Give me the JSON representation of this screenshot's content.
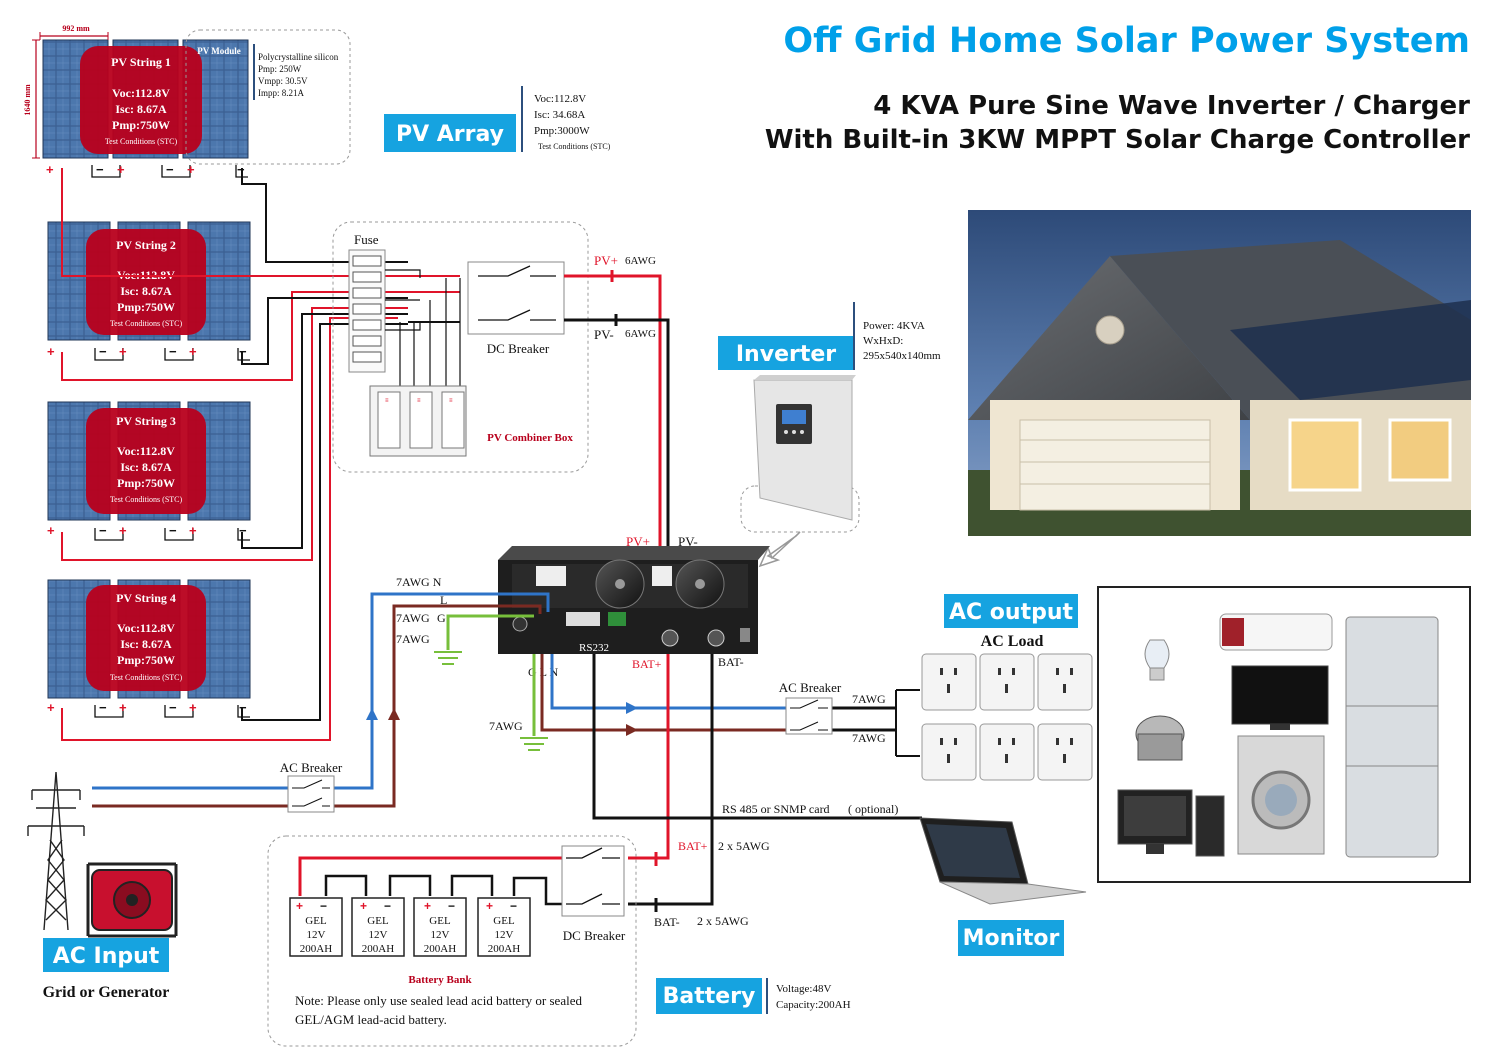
{
  "title": "Off Grid Home Solar Power System",
  "subtitle_line1": "4 KVA Pure Sine Wave Inverter / Charger",
  "subtitle_line2": "With Built-in 3KW MPPT Solar Charge Controller",
  "module": {
    "dim_width": "992 mm",
    "dim_height": "1640 mm",
    "label": "PV Module",
    "spec1": "Polycrystalline silicon",
    "spec2": "Pmp: 250W",
    "spec3": "Vmpp: 30.5V",
    "spec4": "Impp: 8.21A"
  },
  "strings": [
    {
      "name": "PV String 1",
      "voc": "Voc:112.8V",
      "isc": "Isc:  8.67A",
      "pmp": "Pmp:750W",
      "test": "Test Conditions (STC)"
    },
    {
      "name": "PV String 2",
      "voc": "Voc:112.8V",
      "isc": "Isc:  8.67A",
      "pmp": "Pmp:750W",
      "test": "Test Conditions (STC)"
    },
    {
      "name": "PV String 3",
      "voc": "Voc:112.8V",
      "isc": "Isc:  8.67A",
      "pmp": "Pmp:750W",
      "test": "Test Conditions (STC)"
    },
    {
      "name": "PV String 4",
      "voc": "Voc:112.8V",
      "isc": "Isc:  8.67A",
      "pmp": "Pmp:750W",
      "test": "Test Conditions (STC)"
    }
  ],
  "polarity": {
    "plus": "+",
    "minus": "−"
  },
  "pv_array": {
    "label": "PV Array",
    "voc": "Voc:112.8V",
    "isc": "Isc:  34.68A",
    "pmp": "Pmp:3000W",
    "test": "Test Conditions (STC)"
  },
  "combiner": {
    "fuse": "Fuse",
    "dc_breaker": "DC Breaker",
    "box_label": "PV Combiner Box",
    "pv_plus": "PV+",
    "pv_plus_gauge": "6AWG",
    "pv_minus": "PV-",
    "pv_minus_gauge": "6AWG"
  },
  "inverter": {
    "label": "Inverter",
    "power": "Power: 4KVA",
    "dims_label": "WxHxD:",
    "dims": "295x540x140mm"
  },
  "inverter_terminals": {
    "pv_plus": "PV+",
    "pv_minus": "PV-",
    "rs232": "RS232",
    "bat_plus": "BAT+",
    "bat_minus": "BAT-",
    "gln": "G L N",
    "ac_in_n": "7AWG  N",
    "ac_in_l": "L",
    "ac_in_g_awg": "7AWG",
    "ac_in_g": "G",
    "ac_in_extra": "7AWG",
    "ground_awg": "7AWG"
  },
  "ac_output": {
    "label": "AC output",
    "load": "AC Load",
    "breaker": "AC Breaker",
    "gauge1": "7AWG",
    "gauge2": "7AWG"
  },
  "ac_input": {
    "breaker": "AC Breaker",
    "label": "AC Input",
    "sub": "Grid or Generator"
  },
  "comms": {
    "rs485": "RS 485 or SNMP card",
    "optional": "( optional)",
    "monitor": "Monitor"
  },
  "battery_bank": {
    "batteries": [
      {
        "type": "GEL",
        "volt": "12V",
        "cap": "200AH"
      },
      {
        "type": "GEL",
        "volt": "12V",
        "cap": "200AH"
      },
      {
        "type": "GEL",
        "volt": "12V",
        "cap": "200AH"
      },
      {
        "type": "GEL",
        "volt": "12V",
        "cap": "200AH"
      }
    ],
    "bank_label": "Battery Bank",
    "dc_breaker": "DC Breaker",
    "bat_plus": "BAT+",
    "bat_plus_gauge": "2 x 5AWG",
    "bat_minus": "BAT-",
    "bat_minus_gauge": "2 x 5AWG",
    "note1": "Note: Please only use sealed lead acid battery or sealed",
    "note2": "GEL/AGM lead-acid battery."
  },
  "battery": {
    "label": "Battery",
    "voltage": "Voltage:48V",
    "capacity": "Capacity:200AH"
  },
  "colors": {
    "accent_blue": "#00a0e9",
    "label_blue": "#16a3e0",
    "string_red": "#b8001c",
    "wire_red": "#e0142a",
    "wire_blue": "#2f74c8",
    "wire_brown": "#7a2a22",
    "wire_green": "#77bf3b",
    "panel_blue": "#2c4f7d"
  }
}
